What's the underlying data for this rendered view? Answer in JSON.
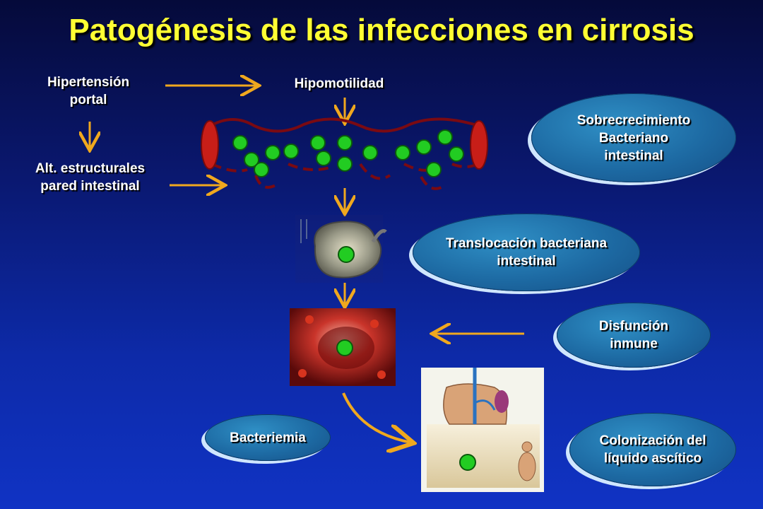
{
  "title": "Patogénesis de las infecciones en cirrosis",
  "labels": {
    "hipertension": "Hipertensión\nportal",
    "alt": "Alt. estructurales\npared intestinal",
    "hipomotilidad": "Hipomotilidad"
  },
  "ovals": {
    "sobrecrecimiento": "Sobrecrecimiento\nBacteriano\nintestinal",
    "translocacion": "Translocación bacteriana\nintestinal",
    "disfuncion": "Disfunción\ninmune",
    "bacteriemia": "Bacteriemia",
    "colonizacion": "Colonización del\nlíquido ascítico"
  },
  "colors": {
    "title": "#ffff33",
    "arrow": "#f0a81e",
    "oval": "#1d6aa3",
    "bacteria": "#22cc22"
  }
}
